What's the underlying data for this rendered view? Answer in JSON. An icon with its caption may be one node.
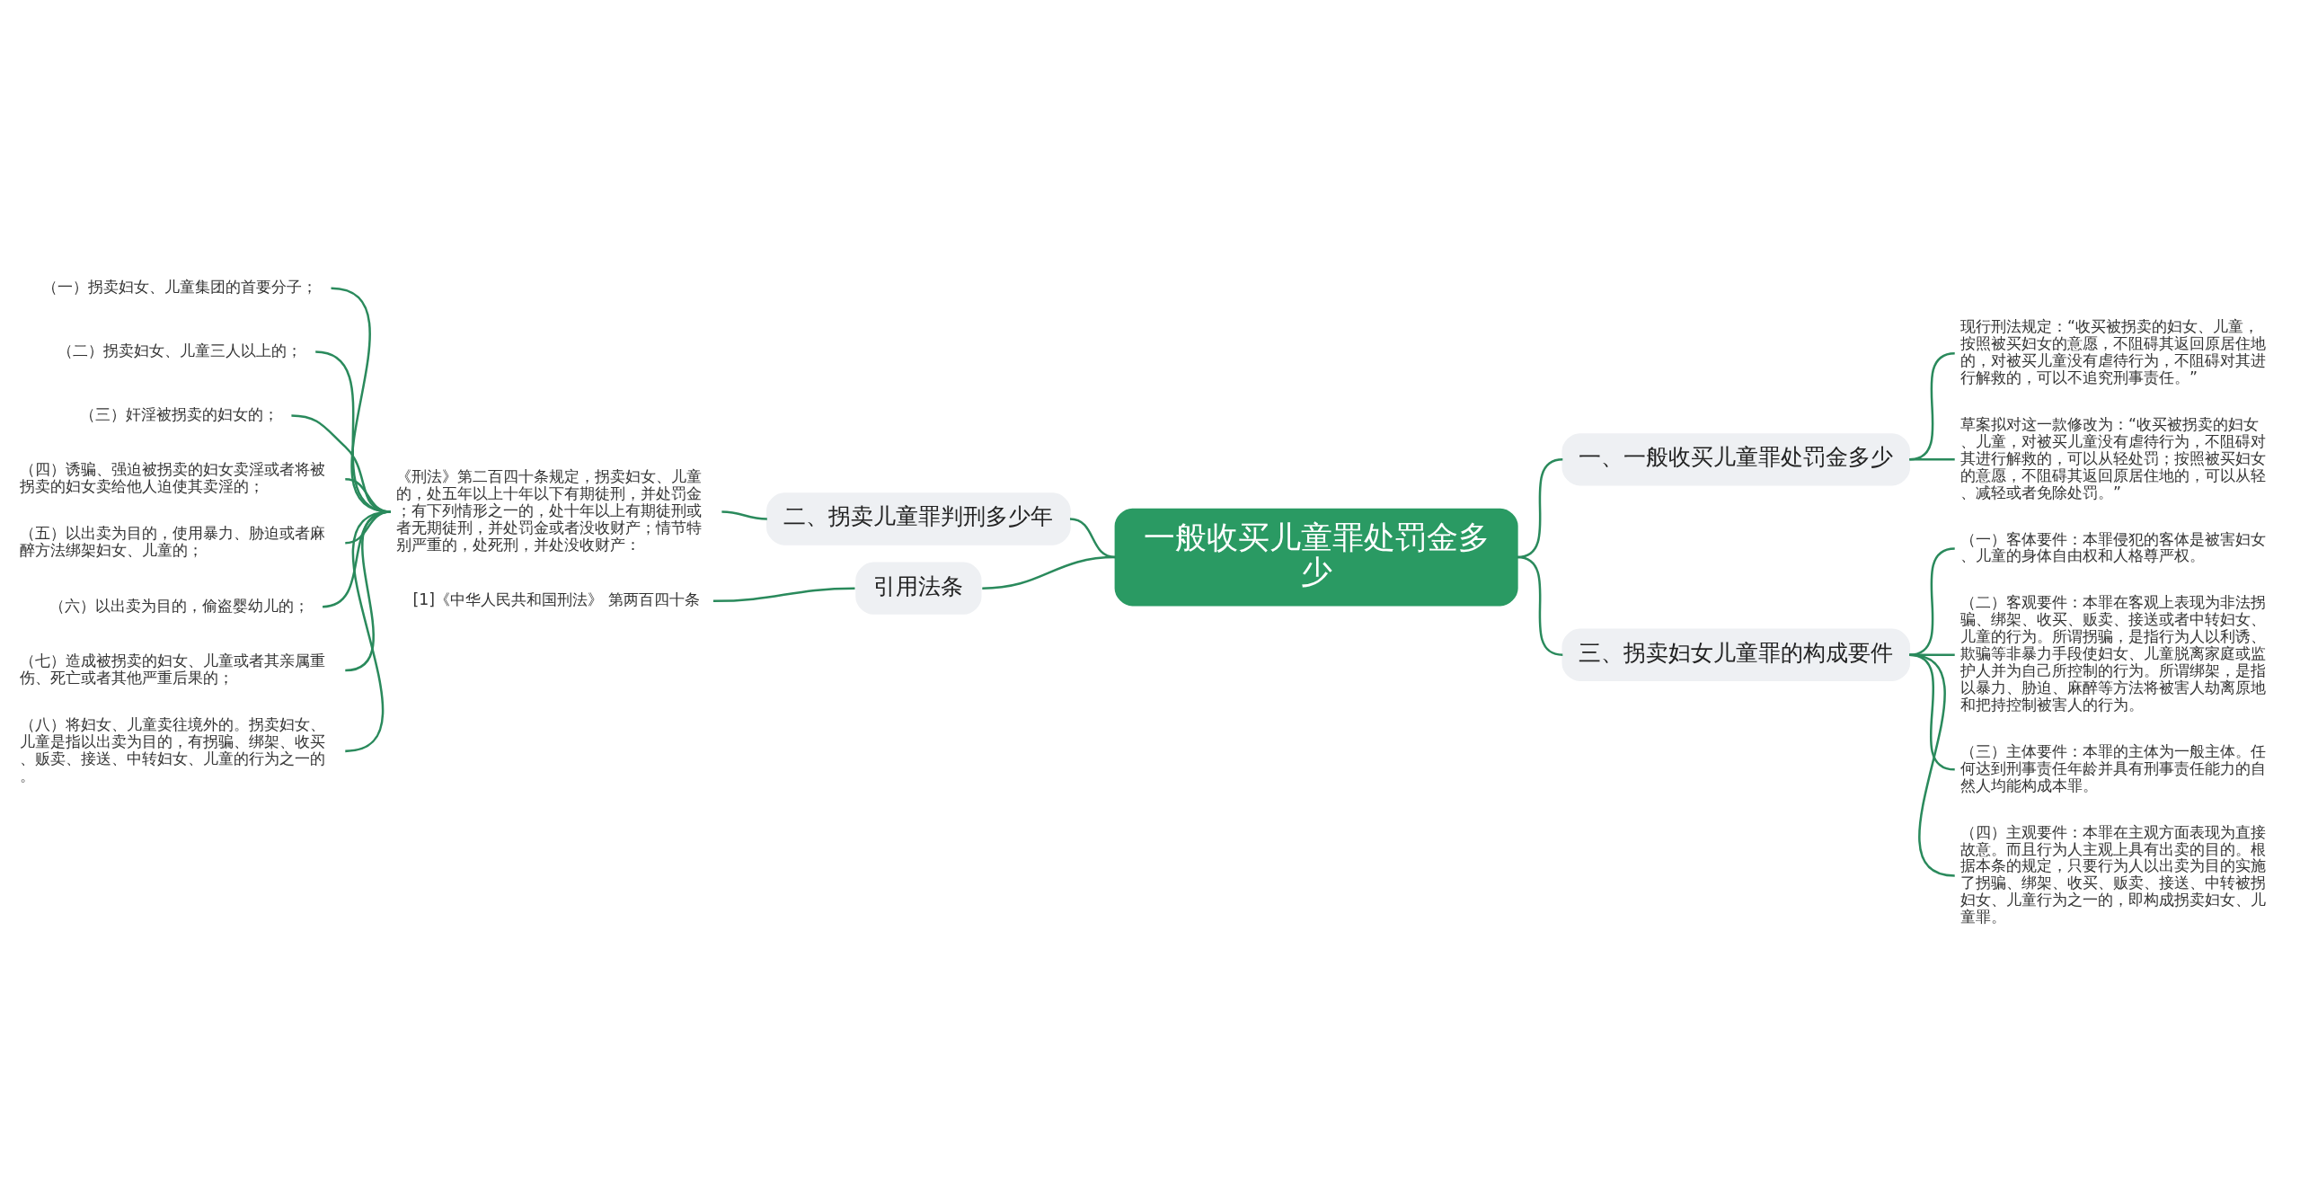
{
  "diagram": {
    "nodes": [
      {
        "text": [
          "一般收买儿童罪处罚金多少"
        ]
      },
      {
        "text": [
          "一、一般收买儿童罪处罚金多少"
        ]
      },
      {
        "text": [
          "现行刑法规定：“收买被拐卖的妇女、儿童，按照被买妇女的意愿，不阻碍其返回原居住地的，对被买儿童没有虐待行为，不阻碍对其进行解救的，可以不追究刑事责任。”"
        ]
      },
      {
        "text": [
          "草案拟对这一款修改为：“收买被拐卖的妇女、儿童，对被买儿童没有虐待行为，不阻碍对其进行解救的，可以从轻处罚；按照被买妇女的意愿，不阻碍其返回原居住地的，可以从轻、减轻或者免除处罚。”"
        ]
      },
      {
        "text": [
          "二、拐卖儿童罪判刑多少年"
        ]
      },
      {
        "text": [
          "《刑法》第二百四十条规定，拐卖妇女、儿童的，处五年以上十年以下有期徒刑，并处罚金；有下列情形之一的，处十年以上有期徒刑或者无期徒刑，并处罚金或者没收财产；情节特别严重的，处死刑，并处没收财产："
        ]
      },
      {
        "text": [
          "（一）拐卖妇女、儿童集团的首要分子；"
        ]
      },
      {
        "text": [
          "（二）拐卖妇女、儿童三人以上的；"
        ]
      },
      {
        "text": [
          "（三）奸淫被拐卖的妇女的；"
        ]
      },
      {
        "text": [
          "（四）诱骗、强迫被拐卖的妇女卖淫或者将被拐卖的妇女卖给他人迫使其卖淫的；"
        ]
      },
      {
        "text": [
          "（五）以出卖为目的，使用暴力、胁迫或者麻醉方法绑架妇女、儿童的；"
        ]
      },
      {
        "text": [
          "（六）以出卖为目的，偷盗婴幼儿的；"
        ]
      },
      {
        "text": [
          "（七）造成被拐卖的妇女、儿童或者其亲属重伤、死亡或者其他严重后果的；"
        ]
      },
      {
        "text": [
          "（八）将妇女、儿童卖往境外的。拐卖妇女、儿童是指以出卖为目的，有拐骗、绑架、收买、贩卖、接送、中转妇女、儿童的行为之一的。"
        ]
      },
      {
        "text": [
          "三、拐卖妇女儿童罪的构成要件"
        ]
      },
      {
        "text": [
          "（一）客体要件：本罪侵犯的客体是被害妇女、儿童的身体自由权和人格尊严权。"
        ]
      },
      {
        "text": [
          "（二）客观要件：本罪在客观上表现为非法拐骗、绑架、收买、贩卖、接送或者中转妇女、儿童的行为。所谓拐骗，是指行为人以利诱、欺骗等非暴力手段使妇女、儿童脱离家庭或监护人并为自己所控制的行为。所谓绑架，是指以暴力、胁迫、麻醉等方法将被害人劫离原地和把持控制被害人的行为。"
        ]
      },
      {
        "text": [
          "（三）主体要件：本罪的主体为一般主体。任何达到刑事责任年龄并具有刑事责任能力的自然人均能构成本罪。"
        ]
      },
      {
        "text": [
          "（四）主观要件：本罪在主观方面表现为直接故意。而且行为人主观上具有出卖的目的。根据本条的规定，只要行为人以出卖为目的实施了拐骗、绑架、收买、贩卖、接送、中转被拐妇女、儿童行为之一的，即构成拐卖妇女、儿童罪。"
        ]
      },
      {
        "text": [
          "引用法条"
        ]
      },
      {
        "text": [
          "[1]《中华人民共和国刑法》 第两百四十条"
        ]
      }
    ],
    "edges": [
      {
        "from": 0,
        "to": 1,
        "arrow": "none"
      },
      {
        "from": 1,
        "to": 2,
        "arrow": "none"
      },
      {
        "from": 1,
        "to": 3,
        "arrow": "none"
      },
      {
        "from": 0,
        "to": 4,
        "arrow": "none"
      },
      {
        "from": 4,
        "to": 5,
        "arrow": "none"
      },
      {
        "from": 5,
        "to": 6,
        "arrow": "none"
      },
      {
        "from": 5,
        "to": 7,
        "arrow": "none"
      },
      {
        "from": 5,
        "to": 8,
        "arrow": "none"
      },
      {
        "from": 5,
        "to": 9,
        "arrow": "none"
      },
      {
        "from": 5,
        "to": 10,
        "arrow": "none"
      },
      {
        "from": 5,
        "to": 11,
        "arrow": "none"
      },
      {
        "from": 5,
        "to": 12,
        "arrow": "none"
      },
      {
        "from": 5,
        "to": 13,
        "arrow": "none"
      },
      {
        "from": 0,
        "to": 14,
        "arrow": "none"
      },
      {
        "from": 14,
        "to": 15,
        "arrow": "none"
      },
      {
        "from": 14,
        "to": 16,
        "arrow": "none"
      },
      {
        "from": 14,
        "to": 17,
        "arrow": "none"
      },
      {
        "from": 14,
        "to": 18,
        "arrow": "none"
      },
      {
        "from": 0,
        "to": 19,
        "arrow": "none"
      },
      {
        "from": 19,
        "to": 20,
        "arrow": "none"
      }
    ]
  }
}
